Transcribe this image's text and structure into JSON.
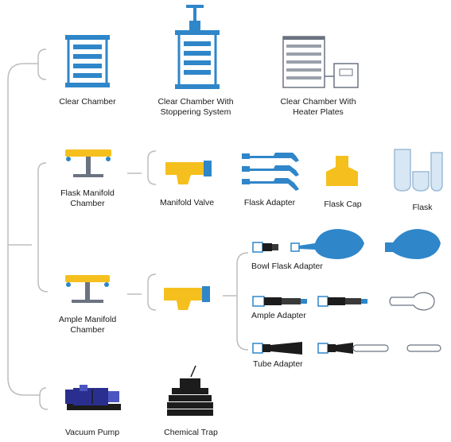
{
  "colors": {
    "blue": "#2f86c9",
    "light_blue": "#d7e7f4",
    "yellow": "#f5c01e",
    "navy": "#2a2f8f",
    "dark": "#1c1c1c",
    "line": "#bdbdbd",
    "gray": "#6b7380"
  },
  "nodes": {
    "clear_chamber": {
      "icon": "clear-chamber-icon",
      "label": "Clear Chamber"
    },
    "clear_chamber_stoppering": {
      "icon": "stoppering-chamber-icon",
      "label_line1": "Clear Chamber With",
      "label_line2": "Stoppering System"
    },
    "clear_chamber_heater": {
      "icon": "heater-chamber-icon",
      "label_line1": "Clear Chamber With",
      "label_line2": "Heater Plates"
    },
    "flask_manifold": {
      "icon": "flask-manifold-icon",
      "label_line1": "Flask Manifold",
      "label_line2": "Chamber"
    },
    "manifold_valve": {
      "icon": "manifold-valve-icon",
      "label": "Manifold Valve"
    },
    "flask_adapter": {
      "icon": "flask-adapter-icon",
      "label": "Flask Adapter"
    },
    "flask_cap": {
      "icon": "flask-cap-icon",
      "label": "Flask Cap"
    },
    "flask": {
      "icon": "flask-icon",
      "label": "Flask"
    },
    "ample_manifold": {
      "icon": "ample-manifold-icon",
      "label_line1": "Ample Manifold",
      "label_line2": "Chamber"
    },
    "bowl_flask_adapter": {
      "icon": "bowl-flask-icon",
      "label": "Bowl Flask Adapter"
    },
    "ample_adapter": {
      "icon": "ample-adapter-icon",
      "label": "Ample Adapter"
    },
    "tube_adapter": {
      "icon": "tube-adapter-icon",
      "label": "Tube Adapter"
    },
    "vacuum_pump": {
      "icon": "vacuum-pump-icon",
      "label": "Vacuum Pump"
    },
    "chemical_trap": {
      "icon": "chemical-trap-icon",
      "label": "Chemical Trap"
    }
  }
}
